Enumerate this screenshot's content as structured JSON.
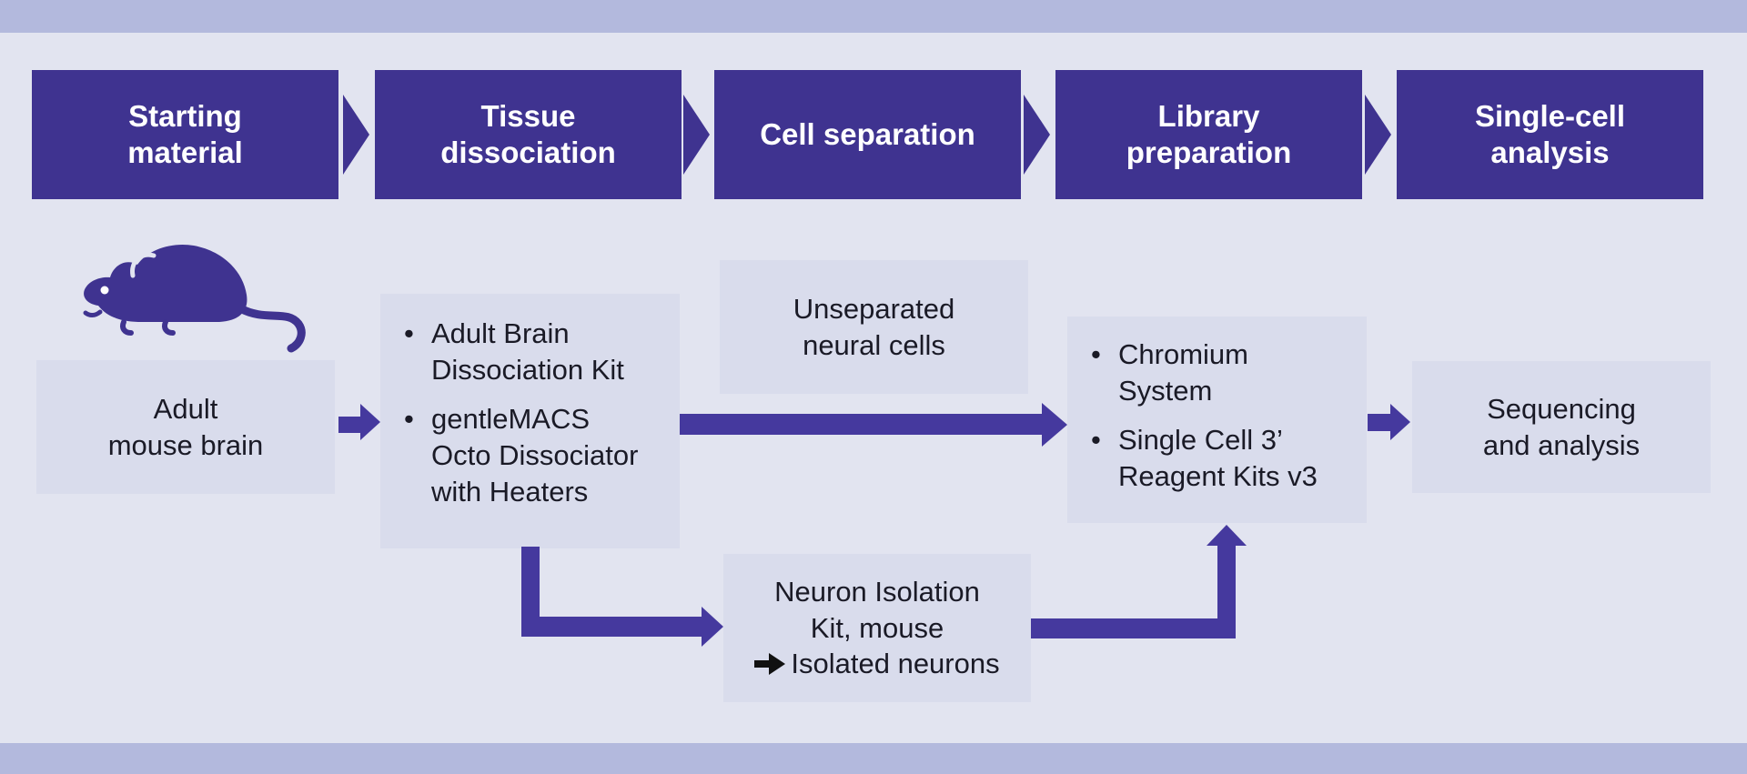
{
  "palette": {
    "border_band": "#B3B9DD",
    "background": "#E2E4F0",
    "step_box": "#3F3390",
    "step_text": "#FFFFFF",
    "item_box": "#D9DCEC",
    "item_text": "#1A1A26",
    "flow_arrow": "#45399E",
    "result_arrow": "#111111"
  },
  "ui": {
    "bullet_char": "•"
  },
  "header": {
    "steps": [
      "Starting\nmaterial",
      "Tissue\ndissociation",
      "Cell separation",
      "Library\npreparation",
      "Single-cell\nanalysis"
    ]
  },
  "flow": {
    "starting_material": {
      "label": "Adult\nmouse brain"
    },
    "tissue_dissociation": {
      "bullets": [
        "Adult Brain\nDissociation Kit",
        "gentleMACS\nOcto Dissociator\nwith Heaters"
      ]
    },
    "cell_separation_unseparated": {
      "label": "Unseparated\nneural cells"
    },
    "cell_separation_isolated": {
      "label": "Neuron Isolation\nKit, mouse",
      "result": "Isolated neurons"
    },
    "library_preparation": {
      "bullets": [
        "Chromium\nSystem",
        "Single Cell 3’\nReagent Kits v3"
      ]
    },
    "single_cell_analysis": {
      "label": "Sequencing\nand analysis"
    }
  }
}
